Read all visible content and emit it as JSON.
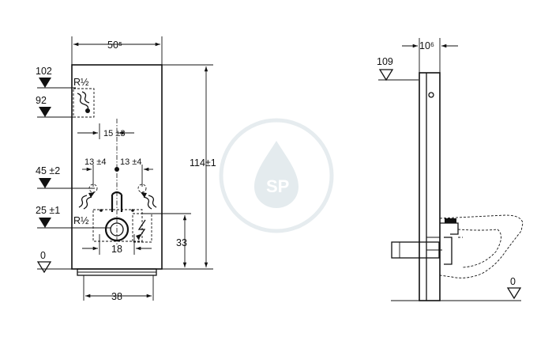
{
  "front_view": {
    "width_label": "50⁵",
    "height_label": "114±1",
    "level_102": "102",
    "level_92": "92",
    "level_45": "45 ±2",
    "level_25": "25 ±1",
    "level_0": "0",
    "water_inlet_top": "R½",
    "water_inlet_bottom": "R½",
    "offset_15": "15 ±3",
    "offset_13_left": "13 ±4",
    "offset_13_right": "13 ±4",
    "flush_width": "18",
    "flush_height": "33",
    "base_width": "38"
  },
  "side_view": {
    "depth_label": "10⁶",
    "level_109": "109",
    "level_0": "0"
  },
  "watermark": {
    "brand_color": "#dbe4e8",
    "icon": "droplet-logo-icon"
  }
}
